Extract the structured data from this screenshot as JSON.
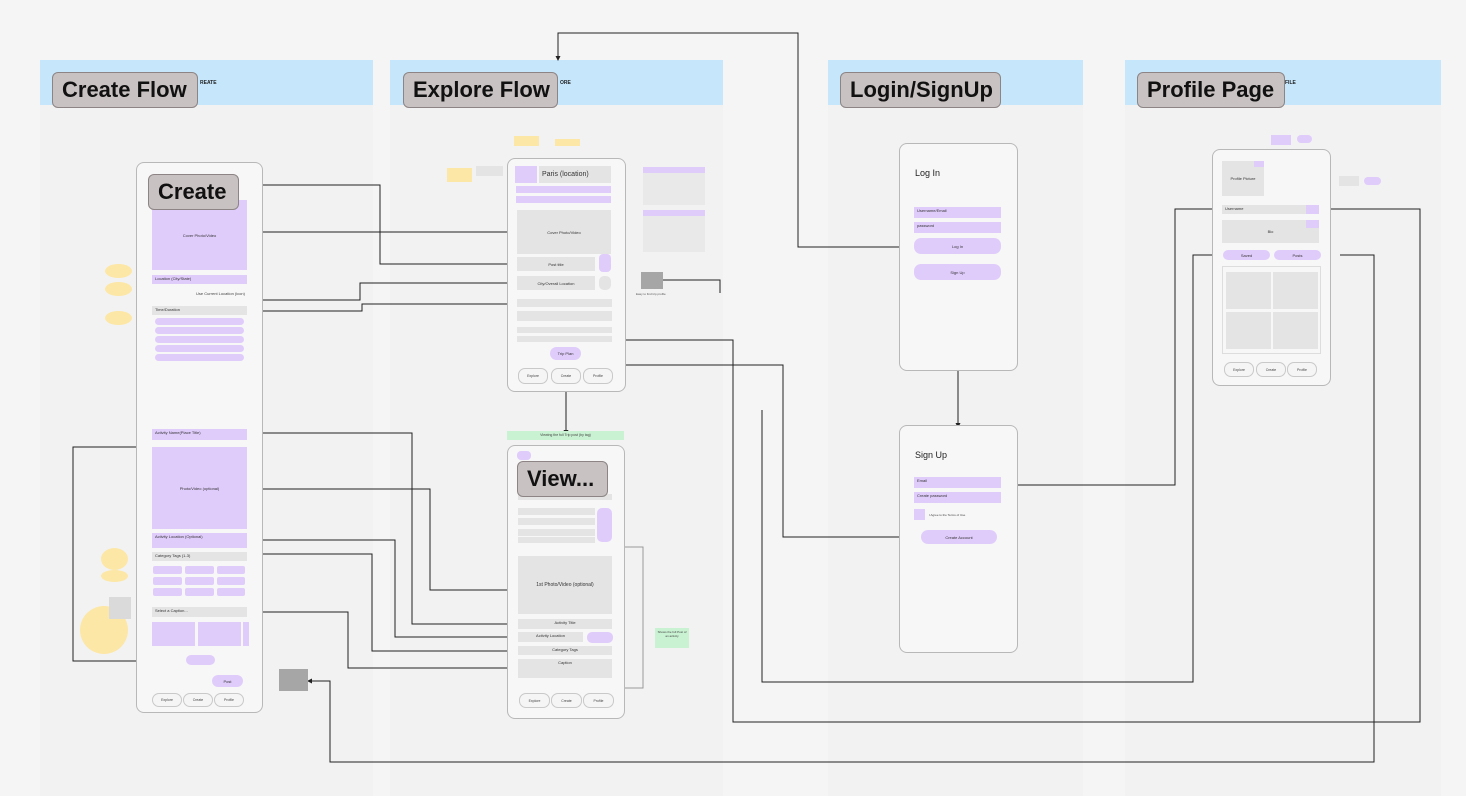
{
  "lanes": {
    "create": {
      "tag": "REATE",
      "chip": "Create Flow"
    },
    "explore": {
      "tag": "ORE",
      "chip": "Explore Flow"
    },
    "login": {
      "tag": "",
      "chip": "Login/SignUp"
    },
    "profile": {
      "tag": "FILE",
      "chip": "Profile Page"
    }
  },
  "create_screen": {
    "header": "Create",
    "cover": "Cover Photo/Video",
    "location": "Location (City/State)",
    "current_location": "Use Current Location (icon)",
    "time": "Time/Duration",
    "activity_name": "Activity Name(Place Title)",
    "photo_optional": "Photo/Video (optional)",
    "activity_location": "Activity Location (Optional)",
    "category_tags": "Category Tags (1-3)",
    "caption": "Select a Caption...",
    "post_btn": "Post",
    "nav": [
      "Explore",
      "Create",
      "Profile"
    ]
  },
  "explore_screen": {
    "location_title": "Paris (location)",
    "cover": "Cover Photo/Video",
    "post_title": "Post title",
    "city_location": "City/Overall Location",
    "continue_btn": "Trip Plan",
    "nav": [
      "Explore",
      "Create",
      "Profile"
    ],
    "folder_note": "Easy to find trip profile"
  },
  "view_screen": {
    "chip": "View...",
    "banner": "Viewing the full Trip post (by tag)",
    "photo": "1st Photo/Video (optional)",
    "activity_title": "Activity Title",
    "activity_location": "Activity Location",
    "category": "Category Tags",
    "caption": "Caption",
    "nav": [
      "Explore",
      "Create",
      "Profile"
    ],
    "green_note": "Shows the full Post of an activity"
  },
  "login_screen": {
    "title": "Log In",
    "username": "Username/Email",
    "password": "password",
    "login_btn": "Log In",
    "signup_btn": "Sign Up"
  },
  "signup_screen": {
    "title": "Sign Up",
    "email": "Email",
    "password": "Create password",
    "terms": "I Agree to the Terms of Use",
    "create_btn": "Create Account"
  },
  "profile_screen": {
    "profile_pic": "Profile Picture",
    "username": "Username",
    "bio": "Bio",
    "tab_saved": "Saved",
    "tab_posts": "Posts",
    "nav": [
      "Explore",
      "Create",
      "Profile"
    ]
  },
  "colors": {
    "lane_header": "#c5e6fb",
    "purple": "#e0ccfb",
    "note_yellow": "#fde7a6",
    "note_green": "#c9f2d2",
    "banner_green": "#c9f2d2",
    "chip_bg": "#c9c2c2"
  }
}
